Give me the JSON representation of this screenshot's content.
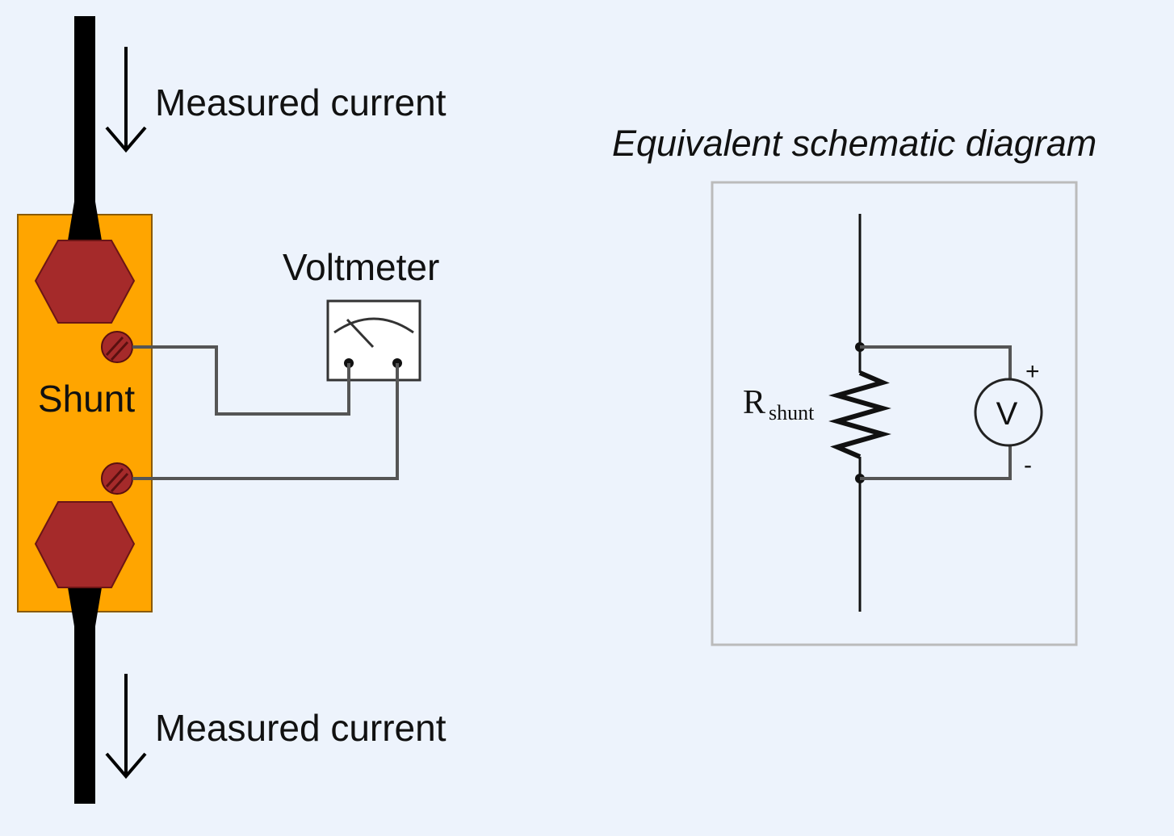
{
  "labels": {
    "current_top": "Measured current",
    "current_bottom": "Measured current",
    "voltmeter": "Voltmeter",
    "shunt": "Shunt",
    "schematic_title": "Equivalent schematic diagram",
    "r_main": "R",
    "r_sub": "shunt",
    "meter_symbol": "V",
    "plus": "+",
    "minus": "-"
  },
  "colors": {
    "background": "#edf3fc",
    "shunt_body": "#ffa500",
    "shunt_border": "#8a5a00",
    "bolt": "#a52a2a",
    "conductor": "#000000",
    "wire": "#555555",
    "schematic_frame": "#bbbbbb"
  }
}
